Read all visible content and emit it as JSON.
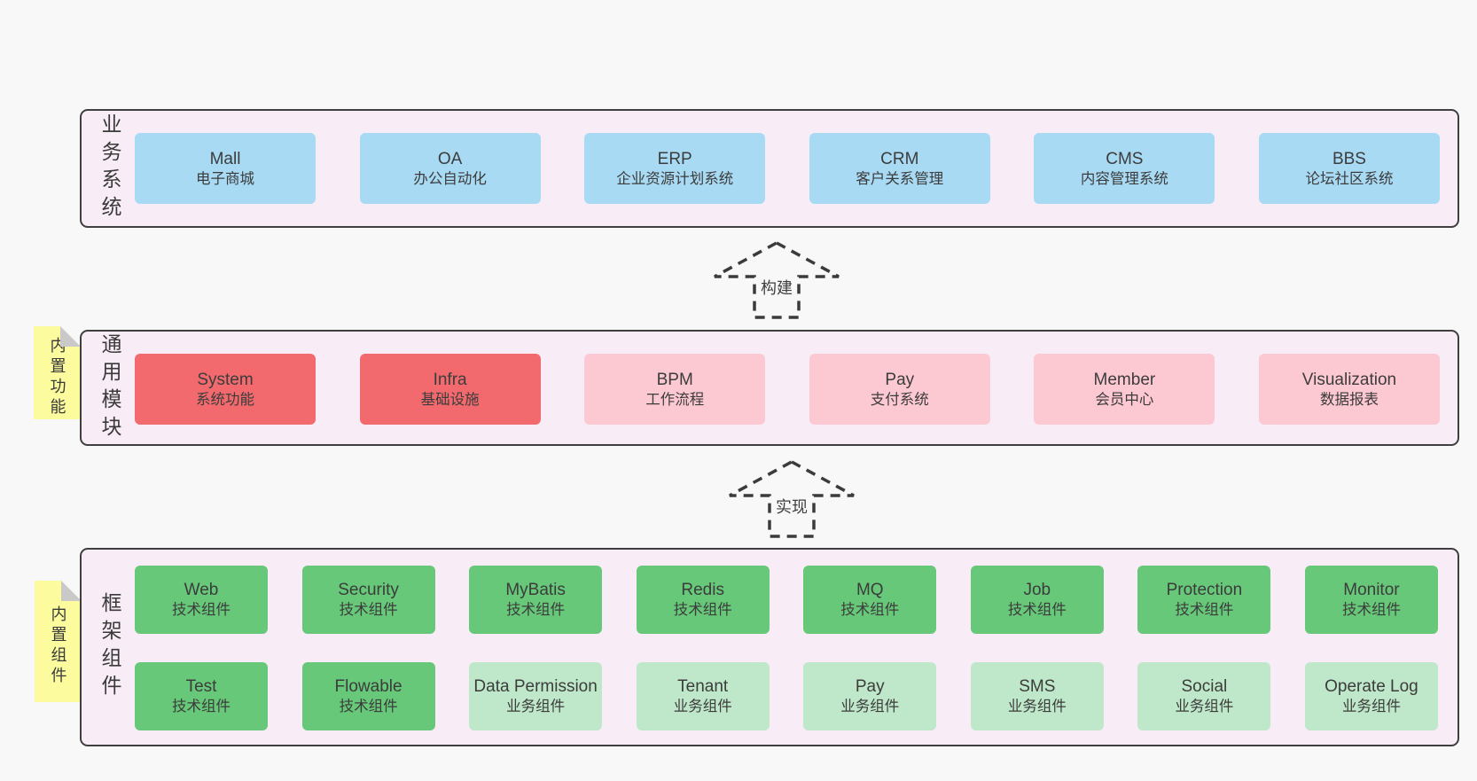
{
  "colors": {
    "blue": "#a9daf3",
    "red": "#f26a6d",
    "pink": "#fcc8d2",
    "green": "#66c878",
    "lightgreen": "#bfe8ca",
    "sticky_yellow": "#fcfc9f",
    "layer_background": "#f8ecf6",
    "border": "#3f3f3f",
    "page_background": "#f8f8f8"
  },
  "layers": {
    "business": {
      "label": "业务系统",
      "boxes": [
        {
          "title": "Mall",
          "subtitle": "电子商城",
          "variant": "blue"
        },
        {
          "title": "OA",
          "subtitle": "办公自动化",
          "variant": "blue"
        },
        {
          "title": "ERP",
          "subtitle": "企业资源计划系统",
          "variant": "blue"
        },
        {
          "title": "CRM",
          "subtitle": "客户关系管理",
          "variant": "blue"
        },
        {
          "title": "CMS",
          "subtitle": "内容管理系统",
          "variant": "blue"
        },
        {
          "title": "BBS",
          "subtitle": "论坛社区系统",
          "variant": "blue"
        }
      ]
    },
    "modules": {
      "label": "通用模块",
      "sticky": "内置功能",
      "boxes": [
        {
          "title": "System",
          "subtitle": "系统功能",
          "variant": "red"
        },
        {
          "title": "Infra",
          "subtitle": "基础设施",
          "variant": "red"
        },
        {
          "title": "BPM",
          "subtitle": "工作流程",
          "variant": "pink"
        },
        {
          "title": "Pay",
          "subtitle": "支付系统",
          "variant": "pink"
        },
        {
          "title": "Member",
          "subtitle": "会员中心",
          "variant": "pink"
        },
        {
          "title": "Visualization",
          "subtitle": "数据报表",
          "variant": "pink"
        }
      ]
    },
    "framework": {
      "label": "框架组件",
      "sticky": "内置组件",
      "row1": [
        {
          "title": "Web",
          "subtitle": "技术组件",
          "variant": "green"
        },
        {
          "title": "Security",
          "subtitle": "技术组件",
          "variant": "green"
        },
        {
          "title": "MyBatis",
          "subtitle": "技术组件",
          "variant": "green"
        },
        {
          "title": "Redis",
          "subtitle": "技术组件",
          "variant": "green"
        },
        {
          "title": "MQ",
          "subtitle": "技术组件",
          "variant": "green"
        },
        {
          "title": "Job",
          "subtitle": "技术组件",
          "variant": "green"
        },
        {
          "title": "Protection",
          "subtitle": "技术组件",
          "variant": "green"
        },
        {
          "title": "Monitor",
          "subtitle": "技术组件",
          "variant": "green"
        }
      ],
      "row2": [
        {
          "title": "Test",
          "subtitle": "技术组件",
          "variant": "green"
        },
        {
          "title": "Flowable",
          "subtitle": "技术组件",
          "variant": "green"
        },
        {
          "title": "Data Permission",
          "subtitle": "业务组件",
          "variant": "lightgreen"
        },
        {
          "title": "Tenant",
          "subtitle": "业务组件",
          "variant": "lightgreen"
        },
        {
          "title": "Pay",
          "subtitle": "业务组件",
          "variant": "lightgreen"
        },
        {
          "title": "SMS",
          "subtitle": "业务组件",
          "variant": "lightgreen"
        },
        {
          "title": "Social",
          "subtitle": "业务组件",
          "variant": "lightgreen"
        },
        {
          "title": "Operate Log",
          "subtitle": "业务组件",
          "variant": "lightgreen"
        }
      ]
    }
  },
  "arrows": [
    {
      "label": "构建"
    },
    {
      "label": "实现"
    }
  ]
}
